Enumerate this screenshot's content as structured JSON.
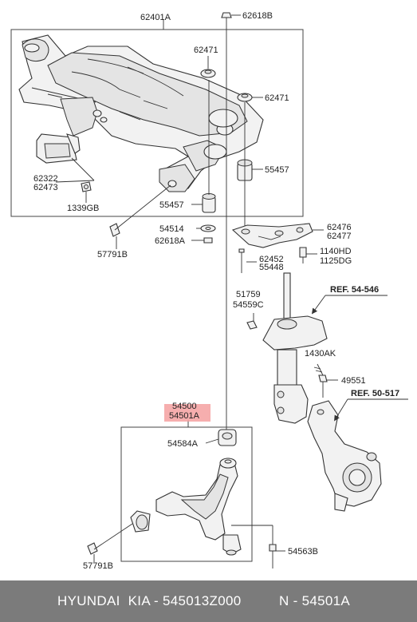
{
  "labels": {
    "l62401A": "62401A",
    "l62618B": "62618B",
    "l62471a": "62471",
    "l62471b": "62471",
    "l62322": "62322",
    "l62473": "62473",
    "l55457a": "55457",
    "l55457b": "55457",
    "l1339GB": "1339GB",
    "l57791Ba": "57791B",
    "l54514": "54514",
    "l62618A": "62618A",
    "l62476": "62476",
    "l62477": "62477",
    "l62452": "62452",
    "l55448": "55448",
    "l1140HD": "1140HD",
    "l1125DG": "1125DG",
    "l51759": "51759",
    "l54559C": "54559C",
    "l1430AK": "1430AK",
    "l49551": "49551",
    "l54500": "54500",
    "l54501A": "54501A",
    "l54584A": "54584A",
    "l57791Bb": "57791B",
    "l54563B": "54563B"
  },
  "refs": {
    "r54546": "REF. 54-546",
    "r50517": "REF. 50-517"
  },
  "footer": {
    "brand": "HYUNDAI  KIA - 545013Z000",
    "part": "N - 54501A"
  },
  "colors": {
    "highlight": "#f4a0a0",
    "footer_bg": "#7b7b7b"
  }
}
